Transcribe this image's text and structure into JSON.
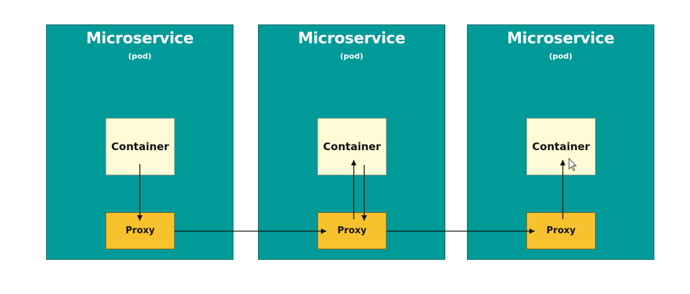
{
  "pods": [
    {
      "title": "Microservice",
      "subtitle": "(pod)",
      "container_label": "Container",
      "proxy_label": "Proxy"
    },
    {
      "title": "Microservice",
      "subtitle": "(pod)",
      "container_label": "Container",
      "proxy_label": "Proxy"
    },
    {
      "title": "Microservice",
      "subtitle": "(pod)",
      "container_label": "Container",
      "proxy_label": "Proxy"
    }
  ],
  "colors": {
    "pod_fill": "#009a98",
    "container_fill": "#fefbd6",
    "proxy_fill": "#f8c22f",
    "arrow": "#111111"
  }
}
